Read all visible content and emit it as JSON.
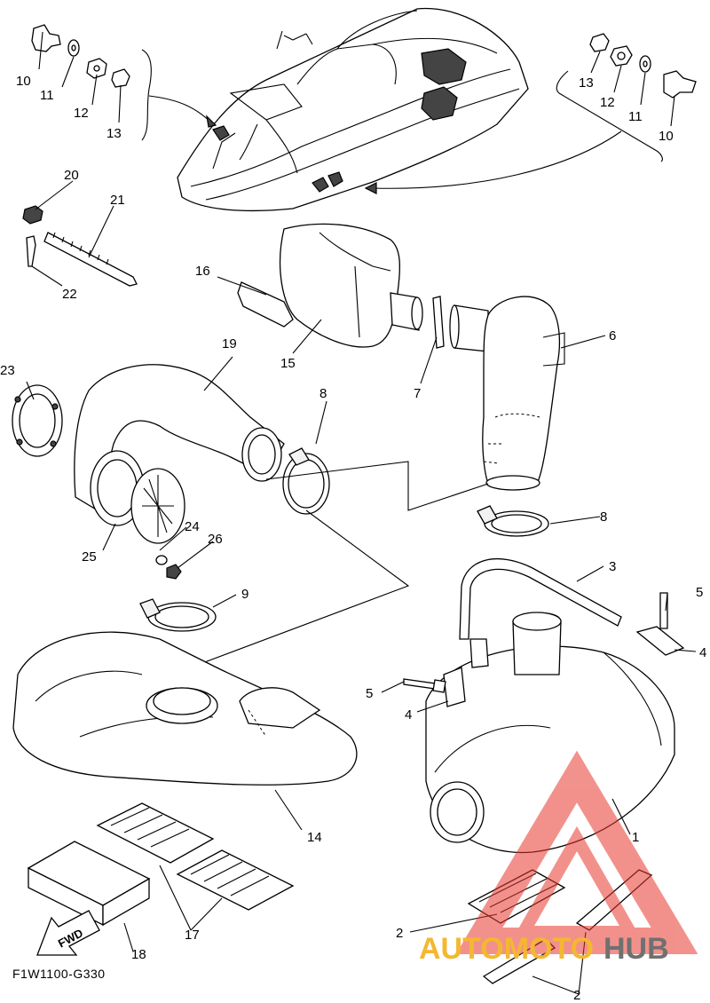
{
  "diagram_code": "F1W1100-G330",
  "fwd_label": "FWD",
  "watermark": {
    "left": "AUTOMOTO",
    "right": "HUB",
    "color_left": "#f4b731",
    "color_right": "#707070",
    "logo_color": "#e8392e"
  },
  "callouts": {
    "c1": "1",
    "c2a": "2",
    "c2b": "2",
    "c3": "3",
    "c4a": "4",
    "c4b": "4",
    "c5a": "5",
    "c5b": "5",
    "c6": "6",
    "c7": "7",
    "c8a": "8",
    "c8b": "8",
    "c9": "9",
    "c10a": "10",
    "c10b": "10",
    "c11a": "11",
    "c11b": "11",
    "c12a": "12",
    "c12b": "12",
    "c13a": "13",
    "c13b": "13",
    "c14": "14",
    "c15": "15",
    "c16": "16",
    "c17": "17",
    "c18": "18",
    "c19": "19",
    "c20": "20",
    "c21": "21",
    "c22": "22",
    "c23": "23",
    "c24": "24",
    "c25": "25",
    "c26": "26"
  }
}
